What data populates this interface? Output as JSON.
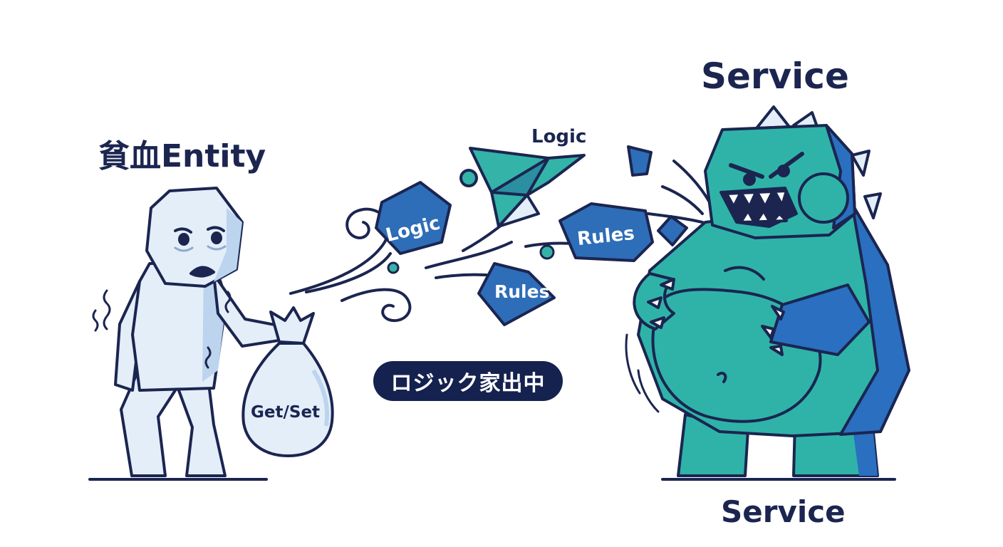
{
  "labels": {
    "entity_title": "貧血Entity",
    "service_title_top": "Service",
    "service_title_bottom": "Service",
    "bag_label": "Get/Set",
    "badge": "ロジック家出中",
    "logic_chip": "Logic",
    "logic_floating": "Logic",
    "rules_chip_right": "Rules",
    "rules_chip_center": "Rules"
  },
  "colors": {
    "navy": "#1b2550",
    "entity_fill": "#e3eef9",
    "entity_shadow": "#bcd4ee",
    "monster_teal": "#2fb3a8",
    "monster_blue": "#2b6fc0",
    "chip_blue": "#2e6db8",
    "chip_teal": "#34b3a9"
  }
}
